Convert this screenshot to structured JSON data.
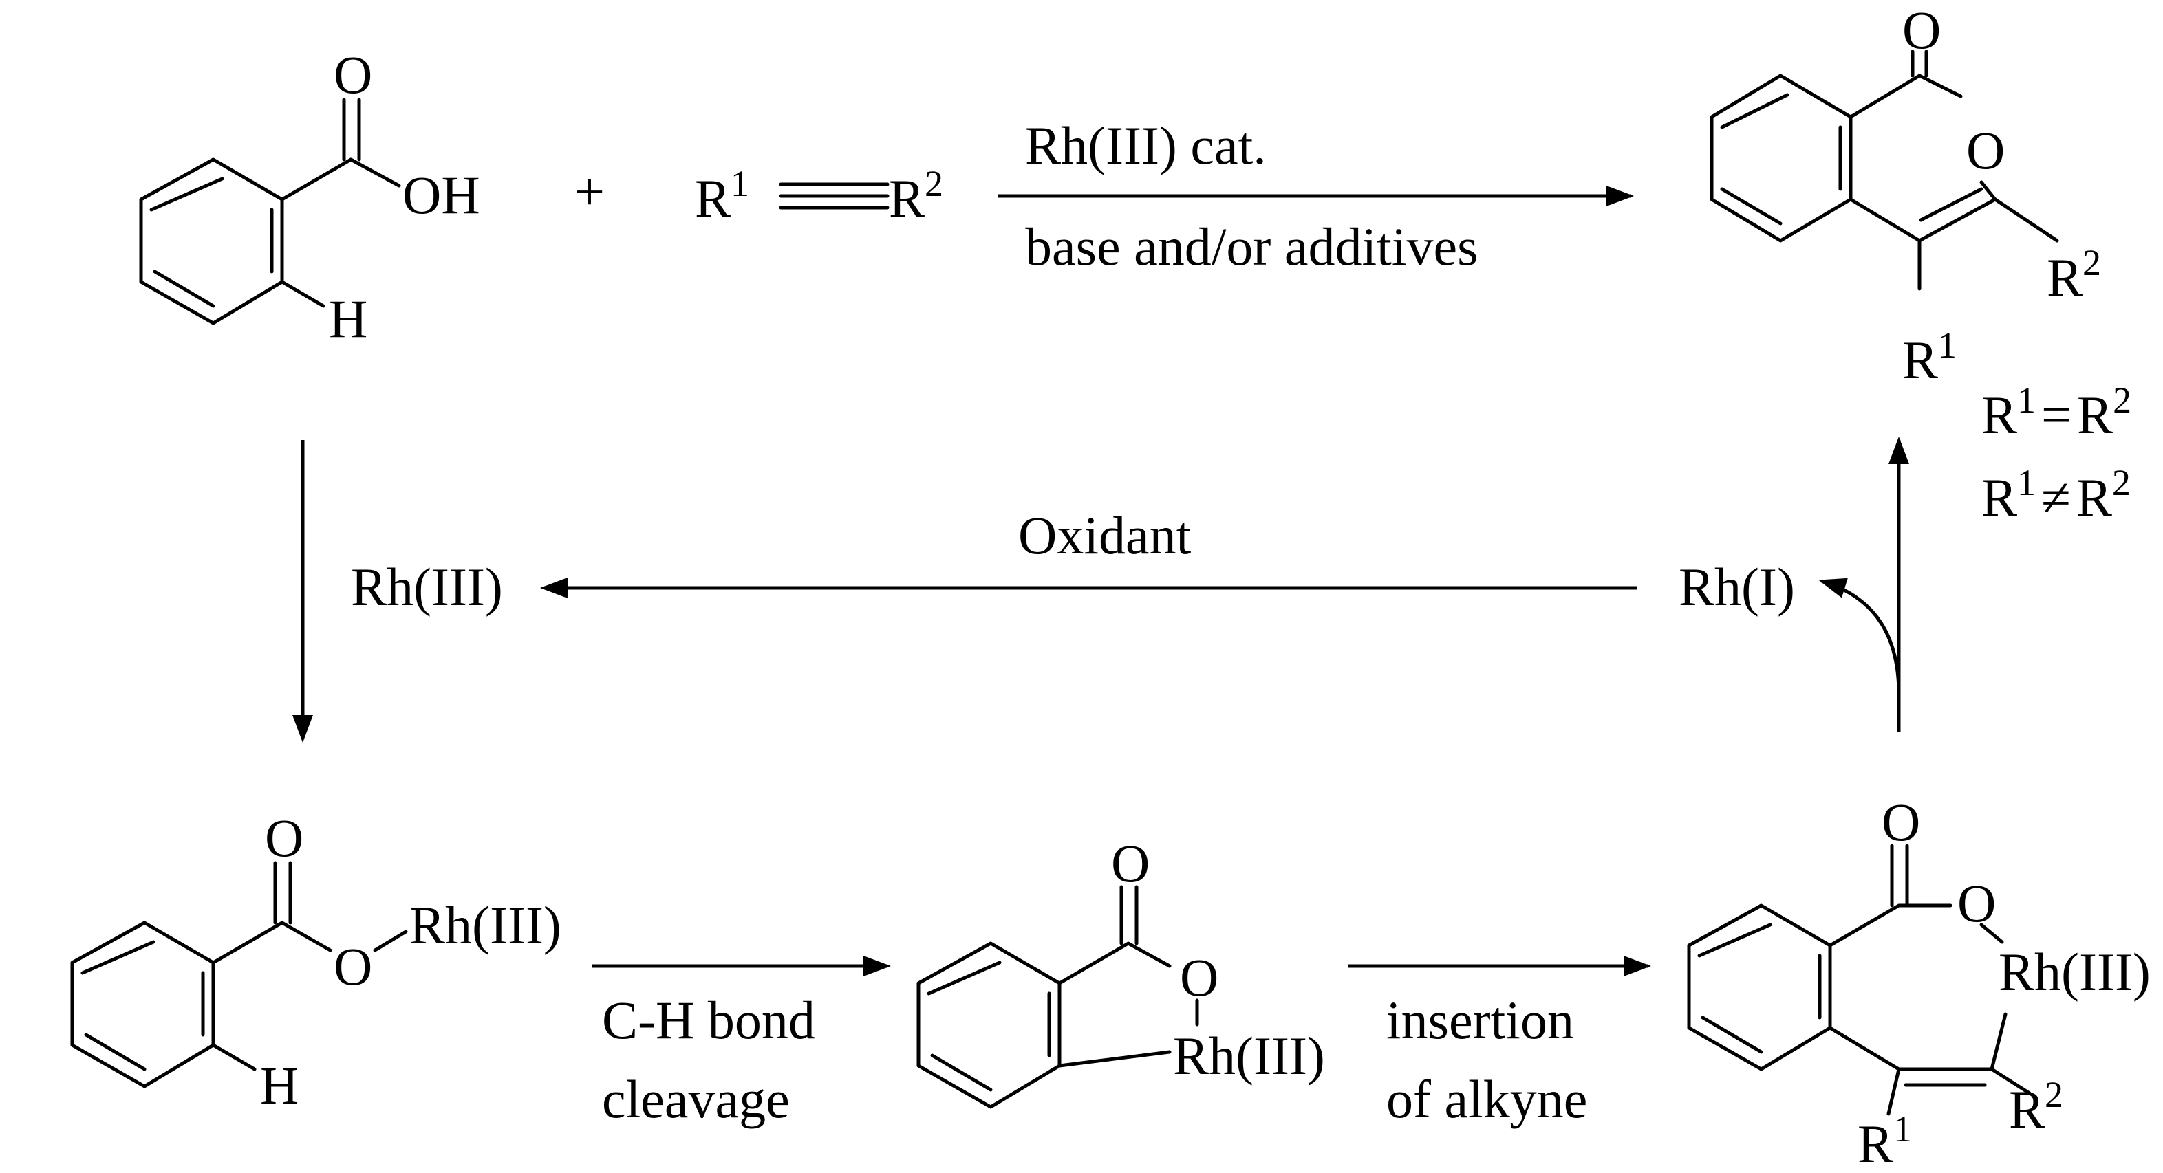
{
  "reaction": {
    "plus": "+",
    "reagent_above": "Rh(III) cat.",
    "reagent_below": "base and/or additives"
  },
  "atoms": {
    "o": "O",
    "oh": "OH",
    "h": "H",
    "r": "R",
    "r1_sup": "1",
    "r2_sup": "2"
  },
  "catalysts": {
    "rh3": "Rh(III)",
    "rh1": "Rh(I)"
  },
  "steps": {
    "oxidant": "Oxidant",
    "ch_line1": "C-H bond",
    "ch_line2": "cleavage",
    "ins_line1": "insertion",
    "ins_line2": "of alkyne"
  },
  "conditions": {
    "equal_sign": "=",
    "notequal_sign": "≠"
  }
}
